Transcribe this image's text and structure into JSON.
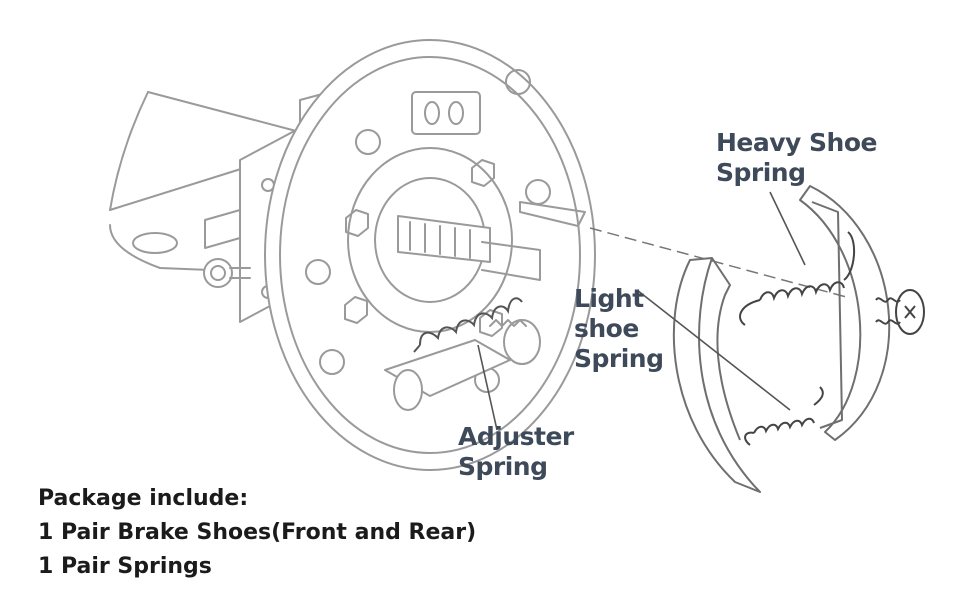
{
  "labels": {
    "heavy_shoe_spring_line1": "Heavy Shoe",
    "heavy_shoe_spring_line2": "Spring",
    "light_shoe_spring_line1": "Light",
    "light_shoe_spring_line2": "shoe",
    "light_shoe_spring_line3": "Spring",
    "adjuster_spring_line1": "Adjuster",
    "adjuster_spring_line2": "Spring"
  },
  "package": {
    "heading": "Package include:",
    "items": [
      "1 Pair Brake Shoes(Front and Rear)",
      "1 Pair Springs"
    ]
  },
  "colors": {
    "line_art": "#8f8f8f",
    "callout_text": "#3e4a5a",
    "body_text": "#1b1b1b"
  }
}
